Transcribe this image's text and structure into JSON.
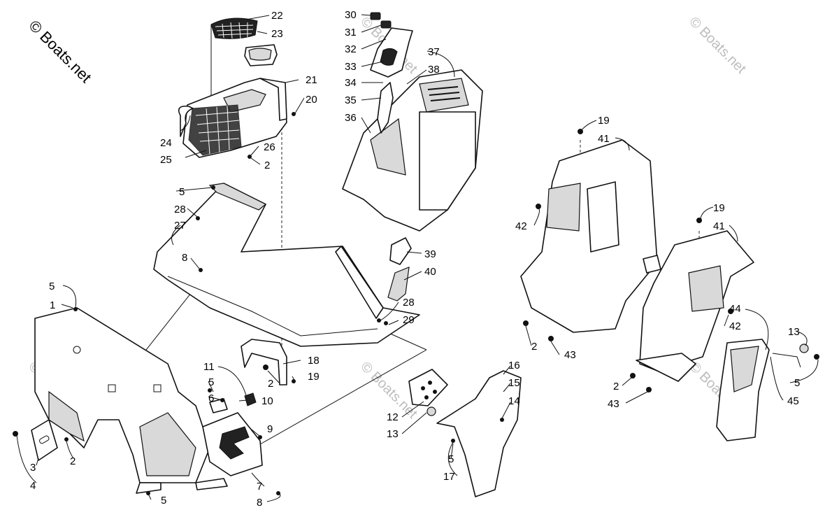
{
  "watermark": {
    "main": "© Boats.net",
    "faint": "© Boats.net"
  },
  "callouts": {
    "c1": "1",
    "c2a": "2",
    "c2b": "2",
    "c2c": "2",
    "c2d": "2",
    "c2e": "2",
    "c3": "3",
    "c4": "4",
    "c5a": "5",
    "c5b": "5",
    "c5c": "5",
    "c5d": "5",
    "c5e": "5",
    "c5f": "5",
    "c6": "6",
    "c7": "7",
    "c8a": "8",
    "c8b": "8",
    "c9": "9",
    "c10": "10",
    "c11": "11",
    "c12": "12",
    "c13a": "13",
    "c13b": "13",
    "c14": "14",
    "c15": "15",
    "c16": "16",
    "c17": "17",
    "c18": "18",
    "c19a": "19",
    "c19b": "19",
    "c19c": "19",
    "c20": "20",
    "c21": "21",
    "c22": "22",
    "c23": "23",
    "c24": "24",
    "c25": "25",
    "c26": "26",
    "c27": "27",
    "c28a": "28",
    "c28b": "28",
    "c29": "29",
    "c30": "30",
    "c31": "31",
    "c32": "32",
    "c33": "33",
    "c34": "34",
    "c35": "35",
    "c36": "36",
    "c37": "37",
    "c38": "38",
    "c39": "39",
    "c40": "40",
    "c41a": "41",
    "c41b": "41",
    "c42a": "42",
    "c42b": "42",
    "c43a": "43",
    "c43b": "43",
    "c44": "44",
    "c45": "45"
  }
}
